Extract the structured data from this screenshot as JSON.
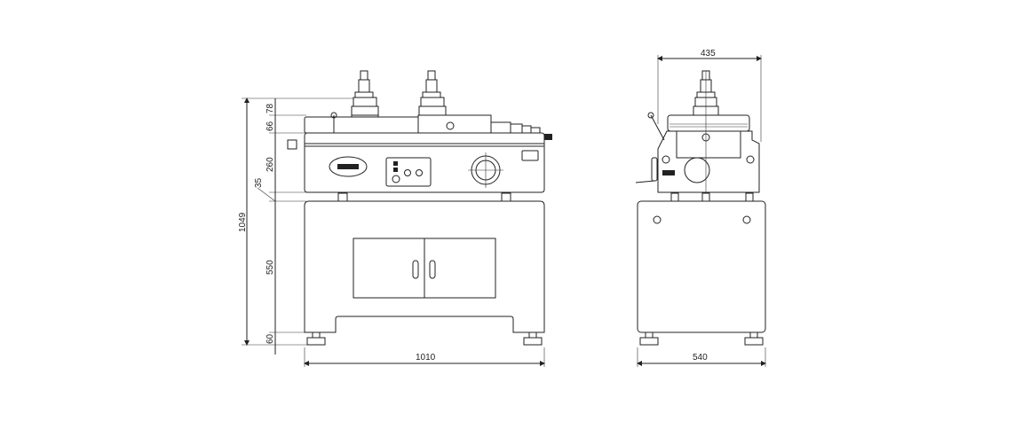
{
  "title": "Machine dimension drawing (front and side views)",
  "front_view": {
    "dimensions": {
      "overall_height": "1049",
      "spindle_height": "78",
      "plate_height": "66",
      "upper_unit_height": "260",
      "gap": "35",
      "cabinet_height": "550",
      "foot_height": "60",
      "width": "1010"
    }
  },
  "side_view": {
    "dimensions": {
      "upper_width": "435",
      "base_width": "540"
    }
  }
}
